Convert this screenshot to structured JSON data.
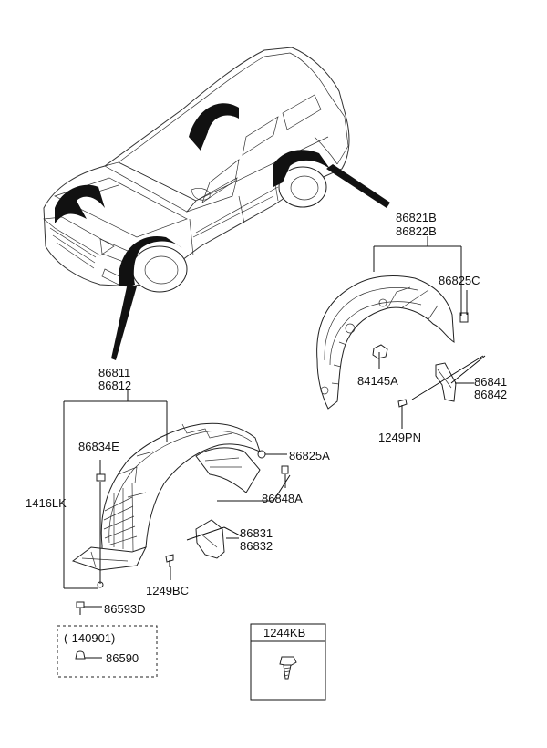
{
  "labels": {
    "front_group_1": "86811",
    "front_group_2": "86812",
    "rear_group_1": "86821B",
    "rear_group_2": "86822B",
    "rear_clip": "86825C",
    "rear_nut": "84145A",
    "rear_mudguard_1": "86841",
    "rear_mudguard_2": "86842",
    "rear_screw": "1249PN",
    "front_clip_bracket": "86834E",
    "front_clip": "86825A",
    "front_screw_a": "86848A",
    "front_mudguard_1": "86831",
    "front_mudguard_2": "86832",
    "front_screw_b": "1249BC",
    "front_bolt_group": "1416LK",
    "front_bolt": "86593D",
    "date_box_range": "(-140901)",
    "date_box_part": "86590",
    "bolt_box_title": "1244KB"
  },
  "icons": {
    "vehicle": "suv-illustration",
    "front_liner": "front-wheel-guard-liner",
    "rear_liner": "rear-wheel-guard-liner",
    "fastener": "bolt-icon"
  },
  "colors": {
    "ink": "#111111",
    "background": "#ffffff"
  }
}
